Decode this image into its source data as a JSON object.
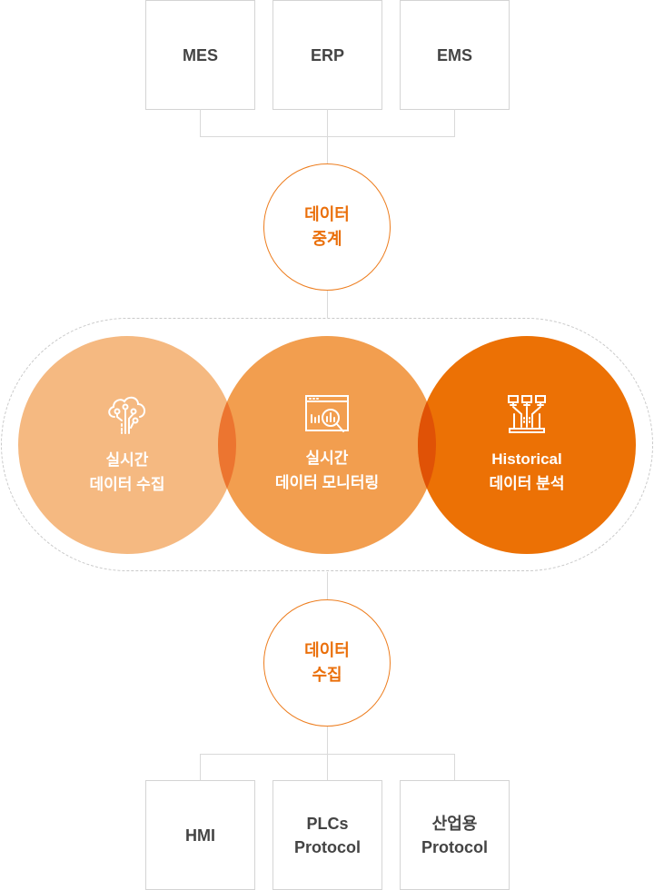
{
  "top_systems": [
    {
      "label": "MES"
    },
    {
      "label": "ERP"
    },
    {
      "label": "EMS"
    }
  ],
  "relay_hub": {
    "line1": "데이터",
    "line2": "중계"
  },
  "core_functions": [
    {
      "icon": "cloud-circuit-icon",
      "line1": "실시간",
      "line2": "데이터 수집",
      "color": "#f5b981"
    },
    {
      "icon": "monitor-analytics-icon",
      "line1": "실시간",
      "line2": "데이터 모니터링",
      "color": "#f29e4f"
    },
    {
      "icon": "network-laptop-icon",
      "line1": "Historical",
      "line2": "데이터 분석",
      "color": "#ec7105"
    }
  ],
  "overlap_colors": {
    "left": "#ec7530",
    "right": "#e05206"
  },
  "collect_hub": {
    "line1": "데이터",
    "line2": "수집"
  },
  "bottom_sources": [
    {
      "line1": "HMI",
      "line2": ""
    },
    {
      "line1": "PLCs",
      "line2": "Protocol"
    },
    {
      "line1": "산업용",
      "line2": "Protocol"
    }
  ],
  "colors": {
    "accent": "#ea6f0a",
    "border": "#d4d4d4",
    "text": "#444444"
  }
}
